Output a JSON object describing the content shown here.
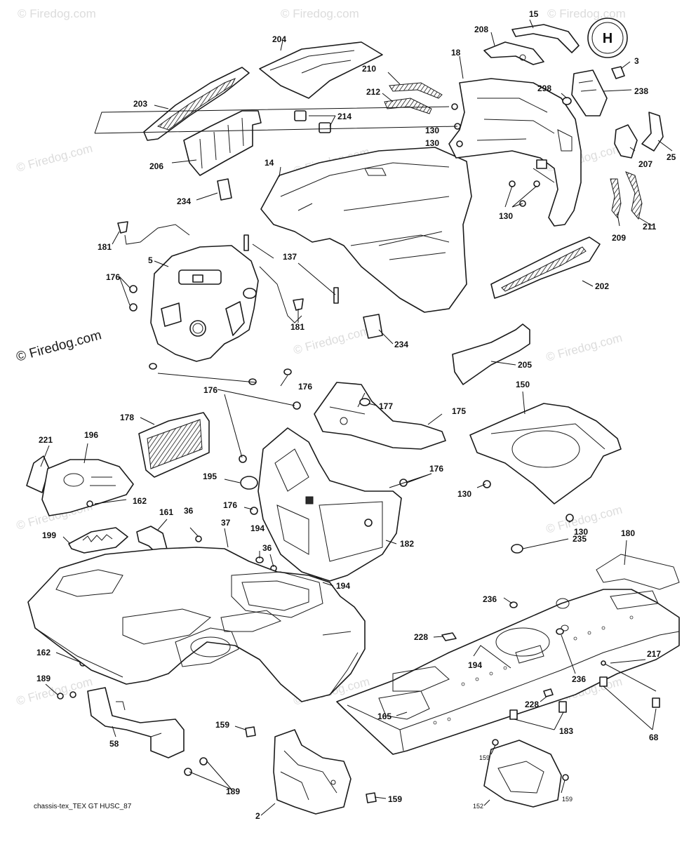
{
  "watermark": "© Firedog.com",
  "footer_code": "chassis-tex_TEX GT HUSC_87",
  "logo_letter": "H",
  "callouts": {
    "c204": "204",
    "c15": "15",
    "c208": "208",
    "c18": "18",
    "c3": "3",
    "c210": "210",
    "c212": "212",
    "c203": "203",
    "c214": "214",
    "c298": "298",
    "c238": "238",
    "c130a": "130",
    "c130b": "130",
    "c206": "206",
    "c14": "14",
    "c207": "207",
    "c25": "25",
    "c234a": "234",
    "c130c": "130",
    "c209": "209",
    "c211": "211",
    "c181a": "181",
    "c137": "137",
    "c5": "5",
    "c176a": "176",
    "c202": "202",
    "c181b": "181",
    "c234b": "234",
    "c205": "205",
    "c176b": "176",
    "c176c": "176",
    "c150": "150",
    "c177": "177",
    "c175": "175",
    "c178": "178",
    "c221": "221",
    "c196": "196",
    "c176d": "176",
    "c195": "195",
    "c130d": "130",
    "c162a": "162",
    "c161": "161",
    "c36a": "36",
    "c37": "37",
    "c176e": "176",
    "c194a": "194",
    "c36b": "36",
    "c130e": "130",
    "c182": "182",
    "c180": "180",
    "c199": "199",
    "c235": "235",
    "c194b": "194",
    "c236a": "236",
    "c228a": "228",
    "c194c": "194",
    "c162b": "162",
    "c217": "217",
    "c236b": "236",
    "c189a": "189",
    "c228b": "228",
    "c165": "165",
    "c183": "183",
    "c58": "58",
    "c159a": "159",
    "c68": "68",
    "c159b": "159",
    "c189b": "189",
    "c159c": "159",
    "c159d": "159",
    "c2": "2",
    "c152": "152"
  }
}
